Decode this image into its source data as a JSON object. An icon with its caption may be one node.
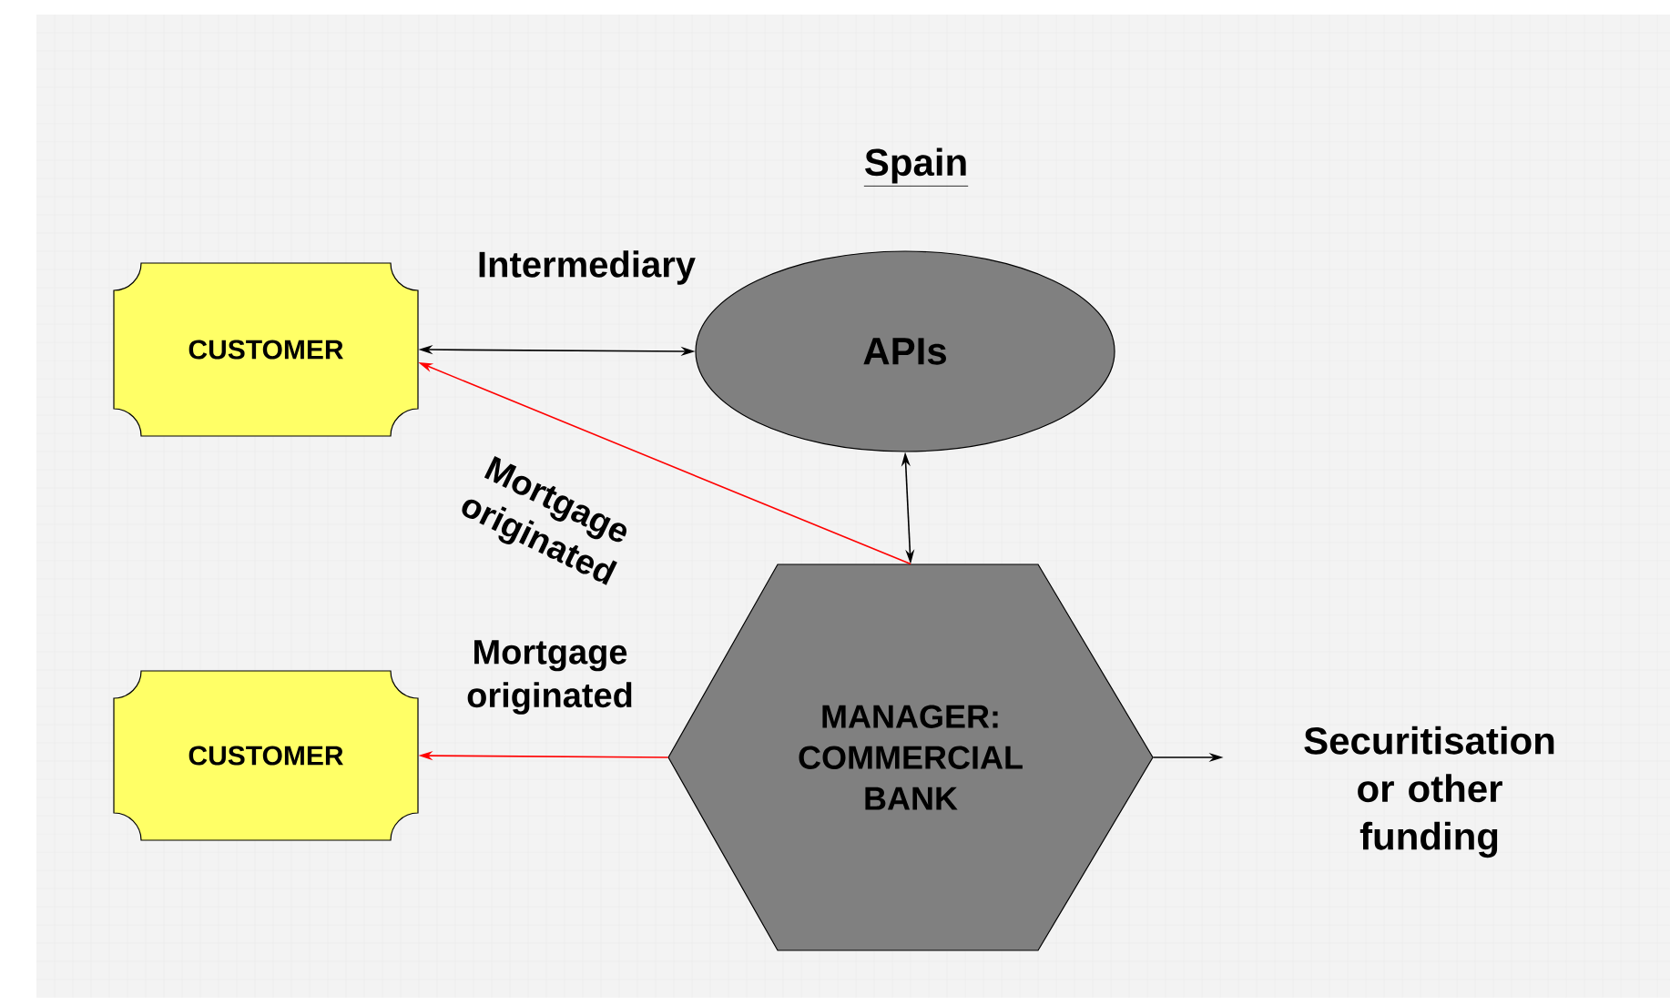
{
  "diagram": {
    "title": "Spain",
    "nodes": [
      {
        "text": [
          "CUSTOMER"
        ]
      },
      {
        "text": [
          "APIs"
        ]
      },
      {
        "text": [
          "CUSTOMER"
        ]
      },
      {
        "text": [
          "MANAGER: COMMERCIAL BANK"
        ]
      },
      {
        "text": [
          "Securitisation or other funding"
        ]
      }
    ],
    "edges": [
      {
        "from": 0,
        "to": 1,
        "arrow": "both",
        "label": "Intermediary"
      },
      {
        "from": 1,
        "to": 3,
        "arrow": "both"
      },
      {
        "from": 3,
        "to": 0,
        "arrow": "to",
        "color": "#ff0000",
        "label": "Mortgage originated"
      },
      {
        "from": 3,
        "to": 2,
        "arrow": "to",
        "color": "#ff0000",
        "label": "Mortgage originated"
      },
      {
        "from": 3,
        "to": 4,
        "arrow": "to"
      }
    ]
  }
}
